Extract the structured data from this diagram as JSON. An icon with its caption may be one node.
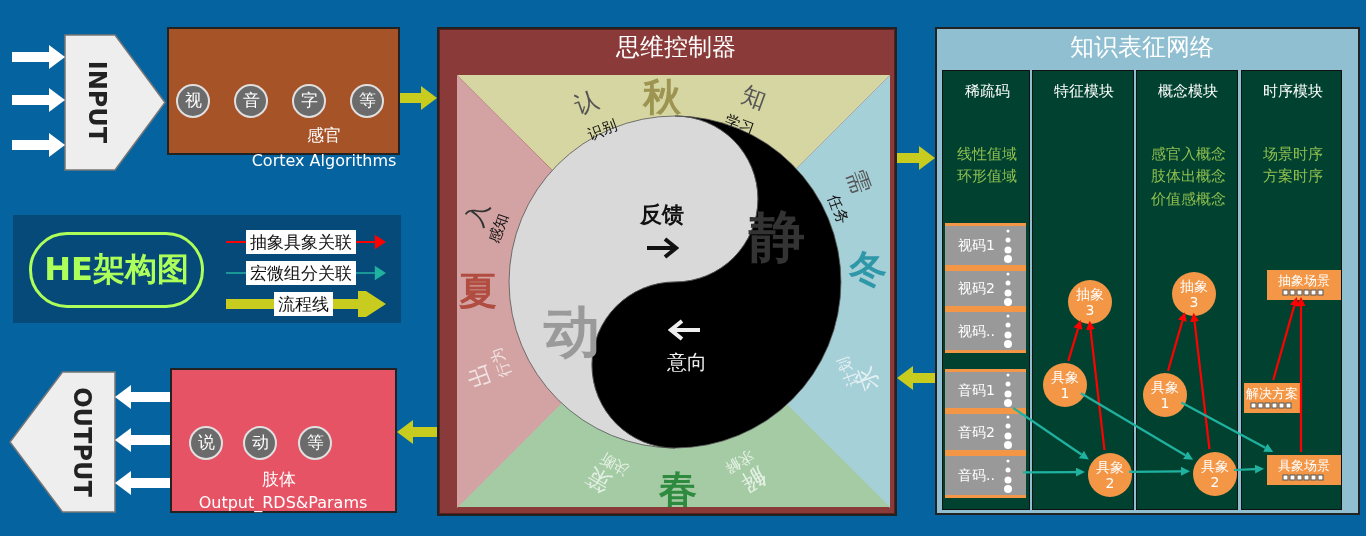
{
  "diagram": {
    "title": "HE架构图",
    "nodes": [
      {
        "text": [
          "INPUT"
        ]
      },
      {
        "text": [
          "感官",
          "Cortex Algorithms"
        ]
      },
      {
        "text": [
          "视"
        ],
        "in": 1
      },
      {
        "text": [
          "音"
        ],
        "in": 1
      },
      {
        "text": [
          "字"
        ],
        "in": 1
      },
      {
        "text": [
          "等"
        ],
        "in": 1
      },
      {
        "text": [
          "思维控制器"
        ]
      },
      {
        "text": [
          "秋",
          "认",
          "识别",
          "知",
          "学习"
        ],
        "in": 6
      },
      {
        "text": [
          "冬",
          "需",
          "任务",
          "求",
          "计划"
        ],
        "in": 6
      },
      {
        "text": [
          "春",
          "策",
          "决断",
          "解",
          "求解"
        ],
        "in": 6
      },
      {
        "text": [
          "夏",
          "入",
          "感知",
          "出",
          "行为"
        ],
        "in": 6
      },
      {
        "text": [
          "反馈",
          "动"
        ],
        "in": 6
      },
      {
        "text": [
          "静",
          "意向"
        ],
        "in": 6
      },
      {
        "text": [
          "知识表征网络"
        ]
      },
      {
        "text": [
          "稀疏码",
          "线性值域",
          "环形值域"
        ],
        "in": 13
      },
      {
        "text": [
          "视码1"
        ],
        "in": 14
      },
      {
        "text": [
          "视码2"
        ],
        "in": 14
      },
      {
        "text": [
          "视码.."
        ],
        "in": 14
      },
      {
        "text": [
          "音码1"
        ],
        "in": 14
      },
      {
        "text": [
          "音码2"
        ],
        "in": 14
      },
      {
        "text": [
          "音码.."
        ],
        "in": 14
      },
      {
        "text": [
          "特征模块"
        ],
        "in": 13
      },
      {
        "text": [
          "抽象",
          "3"
        ],
        "in": 21
      },
      {
        "text": [
          "具象",
          "1"
        ],
        "in": 21
      },
      {
        "text": [
          "具象",
          "2"
        ],
        "in": 21
      },
      {
        "text": [
          "概念模块",
          "感官入概念",
          "肢体出概念",
          "价值感概念"
        ],
        "in": 13
      },
      {
        "text": [
          "抽象",
          "3"
        ],
        "in": 25
      },
      {
        "text": [
          "具象",
          "1"
        ],
        "in": 25
      },
      {
        "text": [
          "具象",
          "2"
        ],
        "in": 25
      },
      {
        "text": [
          "时序模块",
          "场景时序",
          "方案时序"
        ],
        "in": 13
      },
      {
        "text": [
          "抽象场景"
        ],
        "in": 29
      },
      {
        "text": [
          "解决方案"
        ],
        "in": 29
      },
      {
        "text": [
          "具象场景"
        ],
        "in": 29
      },
      {
        "text": [
          "肢体",
          "Output_RDS&Params"
        ]
      },
      {
        "text": [
          "说"
        ],
        "in": 33
      },
      {
        "text": [
          "动"
        ],
        "in": 33
      },
      {
        "text": [
          "等"
        ],
        "in": 33
      },
      {
        "text": [
          "OUTPUT"
        ]
      }
    ],
    "edges": [
      {
        "from": null,
        "to": 0,
        "arrow": "to",
        "style": "thick",
        "color": "#ffffff"
      },
      {
        "from": null,
        "to": 0,
        "arrow": "to",
        "style": "thick",
        "color": "#ffffff"
      },
      {
        "from": null,
        "to": 0,
        "arrow": "to",
        "style": "thick",
        "color": "#ffffff"
      },
      {
        "from": 1,
        "to": 6,
        "arrow": "to",
        "style": "thick",
        "color": "#c8cc1e"
      },
      {
        "from": 6,
        "to": 13,
        "arrow": "to",
        "style": "thick",
        "color": "#c8cc1e"
      },
      {
        "from": 13,
        "to": 6,
        "arrow": "to",
        "style": "thick",
        "color": "#c8cc1e"
      },
      {
        "from": 6,
        "to": 33,
        "arrow": "to",
        "style": "thick",
        "color": "#c8cc1e"
      },
      {
        "from": 33,
        "to": 37,
        "arrow": "to",
        "style": "thick",
        "color": "#ffffff"
      },
      {
        "from": 33,
        "to": 37,
        "arrow": "to",
        "style": "thick",
        "color": "#ffffff"
      },
      {
        "from": 33,
        "to": 37,
        "arrow": "to",
        "style": "thick",
        "color": "#ffffff"
      },
      {
        "from": 23,
        "to": 22,
        "arrow": "to",
        "color": "#ff0000"
      },
      {
        "from": 24,
        "to": 22,
        "arrow": "to",
        "color": "#ff0000"
      },
      {
        "from": 27,
        "to": 26,
        "arrow": "to",
        "color": "#ff0000"
      },
      {
        "from": 28,
        "to": 26,
        "arrow": "to",
        "color": "#ff0000"
      },
      {
        "from": 31,
        "to": 30,
        "arrow": "to",
        "color": "#ff0000"
      },
      {
        "from": 32,
        "to": 30,
        "arrow": "to",
        "color": "#ff0000"
      },
      {
        "from": 18,
        "to": 24,
        "arrow": "to",
        "color": "#20b2a0"
      },
      {
        "from": 20,
        "to": 24,
        "arrow": "to",
        "color": "#20b2a0"
      },
      {
        "from": 24,
        "to": 28,
        "arrow": "to",
        "color": "#20b2a0"
      },
      {
        "from": 23,
        "to": 28,
        "arrow": "to",
        "color": "#20b2a0"
      },
      {
        "from": 27,
        "to": 32,
        "arrow": "to",
        "color": "#20b2a0"
      },
      {
        "from": 28,
        "to": 32,
        "arrow": "to",
        "color": "#20b2a0"
      }
    ],
    "legend": [
      {
        "text": "抽象具象关联"
      },
      {
        "text": "宏微组分关联"
      },
      {
        "text": "流程线"
      }
    ]
  }
}
